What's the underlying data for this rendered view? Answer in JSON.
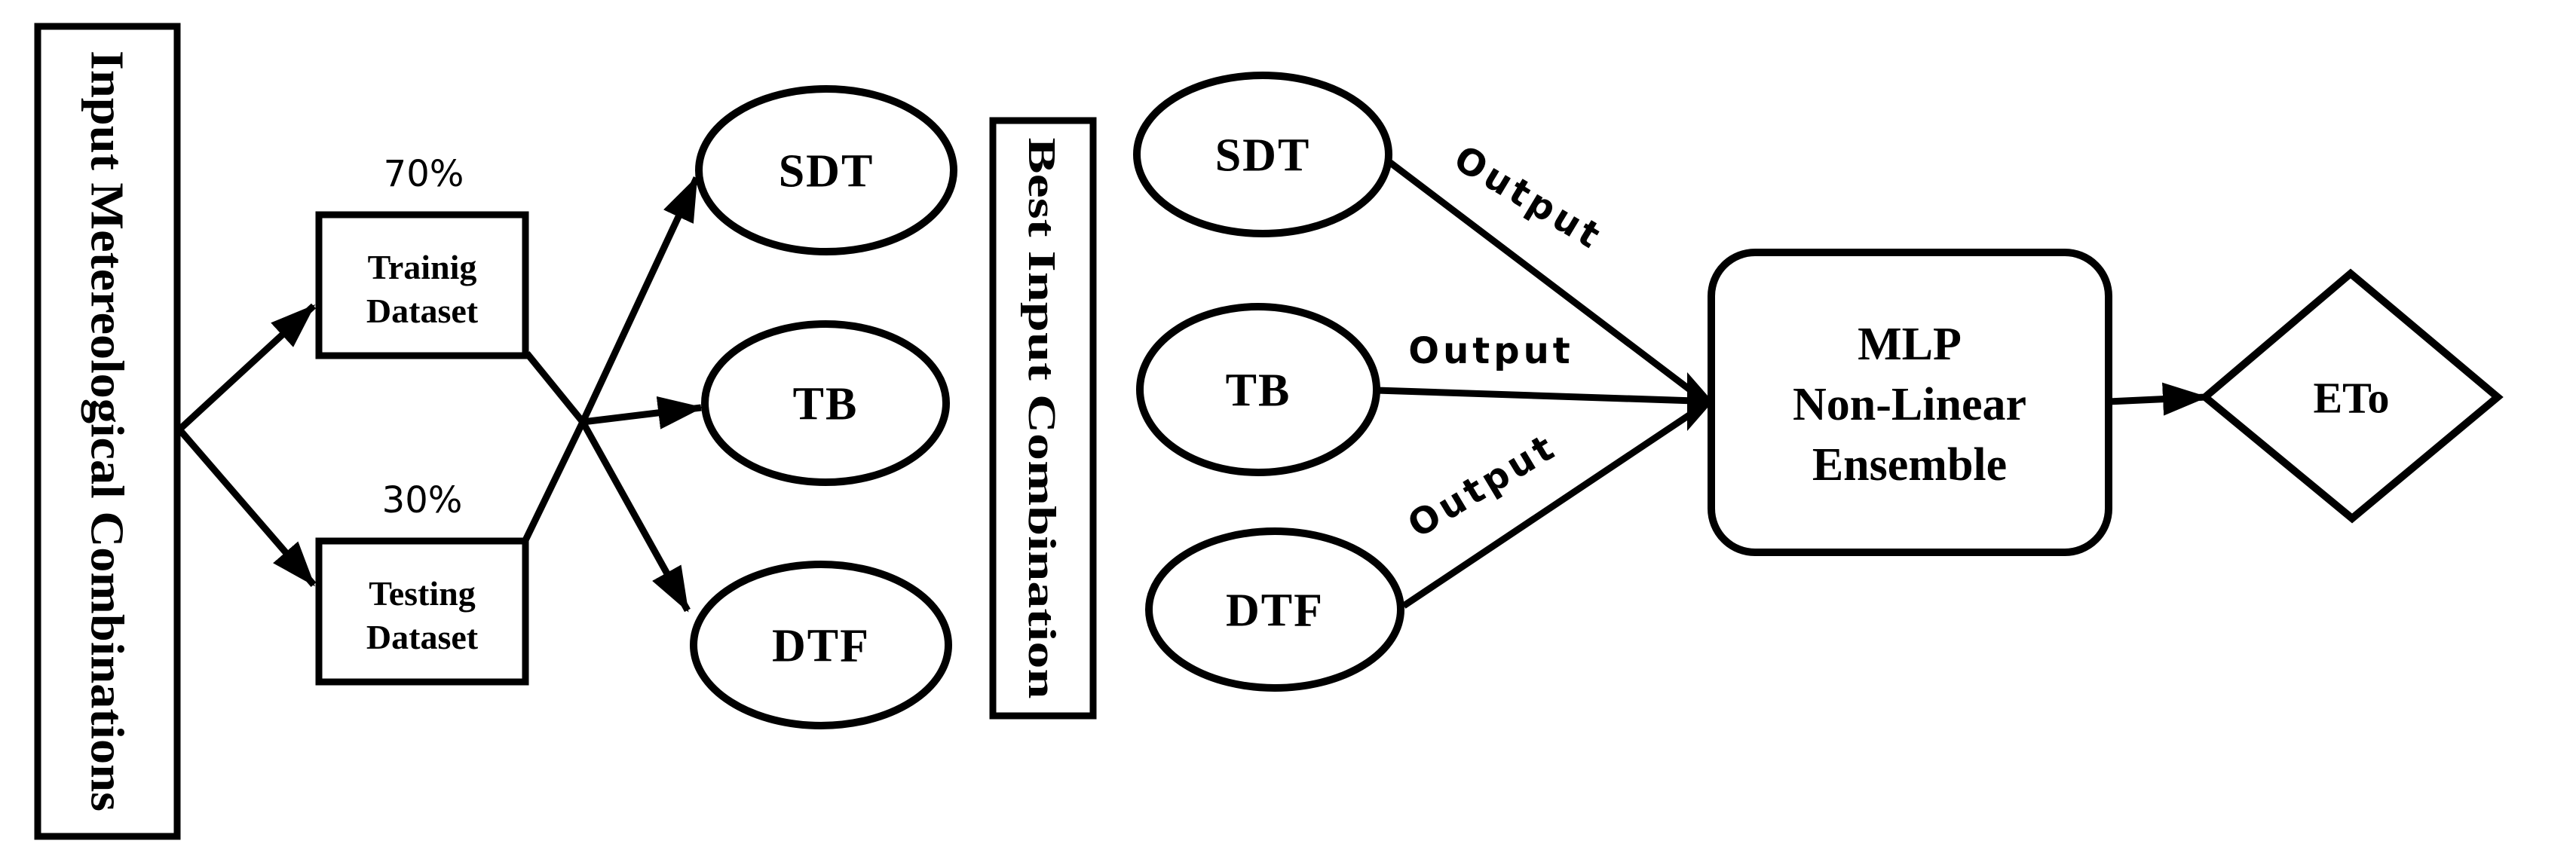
{
  "colors": {
    "ink": "#000000",
    "paper": "#ffffff"
  },
  "input_box": {
    "label": "Input Metereological Combinations"
  },
  "split": {
    "training_percent": "70%",
    "testing_percent": "30%"
  },
  "training_box": {
    "line1": "Trainig",
    "line2": "Dataset"
  },
  "testing_box": {
    "line1": "Testing",
    "line2": "Dataset"
  },
  "stage1_models": [
    "SDT",
    "TB",
    "DTF"
  ],
  "best_input_box": {
    "label": "Best Input Combination"
  },
  "stage2_models": [
    "SDT",
    "TB",
    "DTF"
  ],
  "arrow_labels": {
    "sdt_output": "Output",
    "tb_output": "Output",
    "dtf_output": "Output"
  },
  "ensemble_box": {
    "line1": "MLP",
    "line2": "Non-Linear",
    "line3": "Ensemble"
  },
  "result_diamond": {
    "label": "ETo"
  }
}
